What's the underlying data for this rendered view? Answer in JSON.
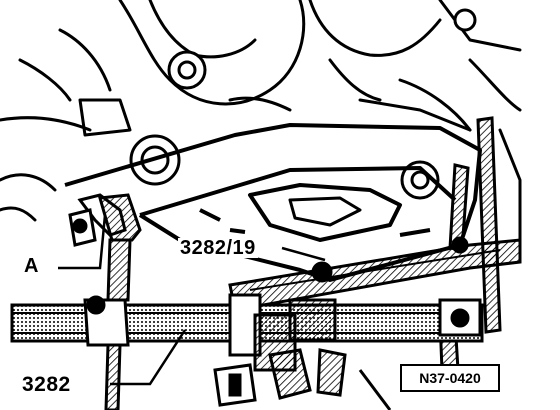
{
  "figure": {
    "callouts": {
      "a": "A",
      "tool_19": "3282/19",
      "tool_main": "3282"
    },
    "reference_code": "N37-0420"
  }
}
